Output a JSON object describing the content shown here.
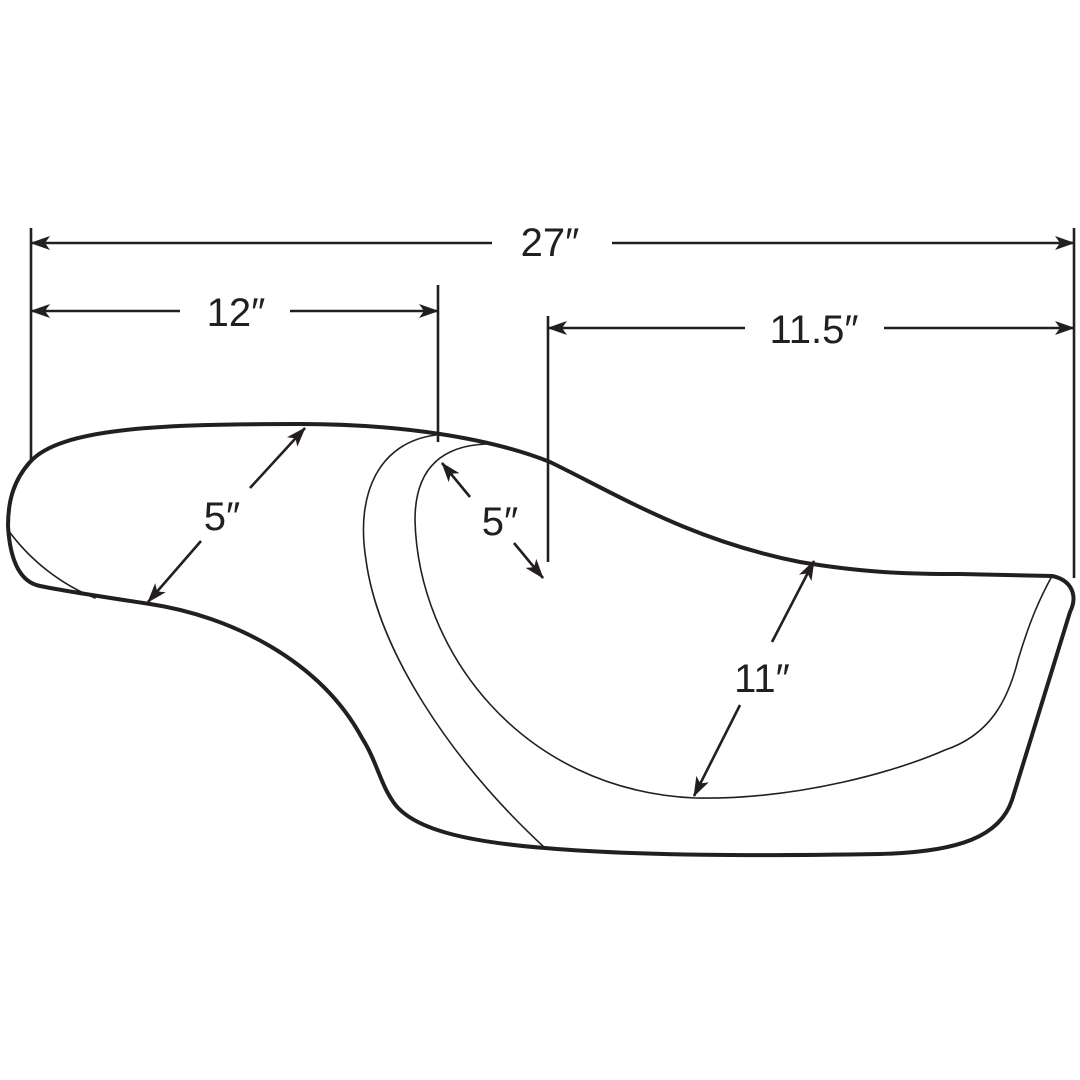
{
  "dimensions": {
    "overall_length": "27″",
    "front_length": "12″",
    "rear_length": "11.5″",
    "front_width": "5″",
    "step_width": "5″",
    "rear_width": "11″"
  },
  "colors": {
    "line": "#231f20",
    "background": "#ffffff"
  }
}
